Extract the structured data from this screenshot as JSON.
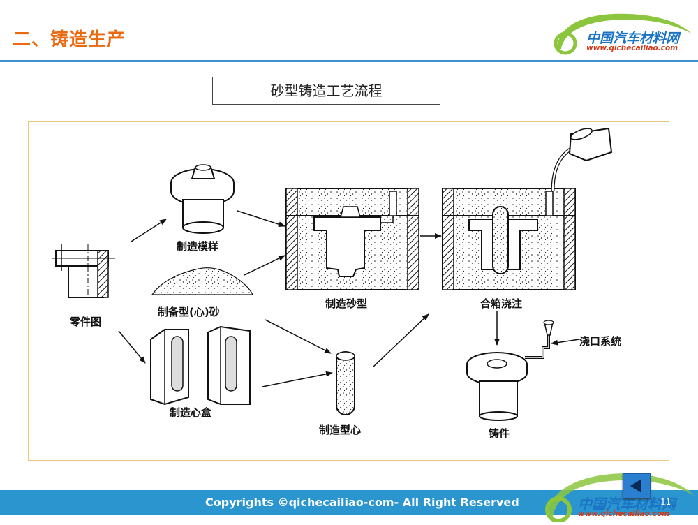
{
  "header": {
    "title": "二、铸造生产",
    "logo": {
      "name": "中国汽车材料网",
      "url": "www.qichecailiao.com"
    }
  },
  "caption": "砂型铸造工艺流程",
  "diagram": {
    "labels": {
      "pattern": "制造模样",
      "sand": "制备型(心)砂",
      "part_drawing": "零件图",
      "core_box": "制造心盒",
      "core": "制造型心",
      "mold": "制造砂型",
      "assembly": "合箱浇注",
      "gating": "浇口系统",
      "casting": "铸件"
    }
  },
  "footer": {
    "copyright": "Copyrights ©qichecailiao-com- All Right Reserved",
    "page": "11",
    "logo": {
      "name": "中国汽车材料网",
      "url": "www.qichecailiao.com"
    }
  },
  "colors": {
    "accent": "#ea6a12",
    "rule": "#3d8fd0",
    "footer": "#2a95cf"
  }
}
